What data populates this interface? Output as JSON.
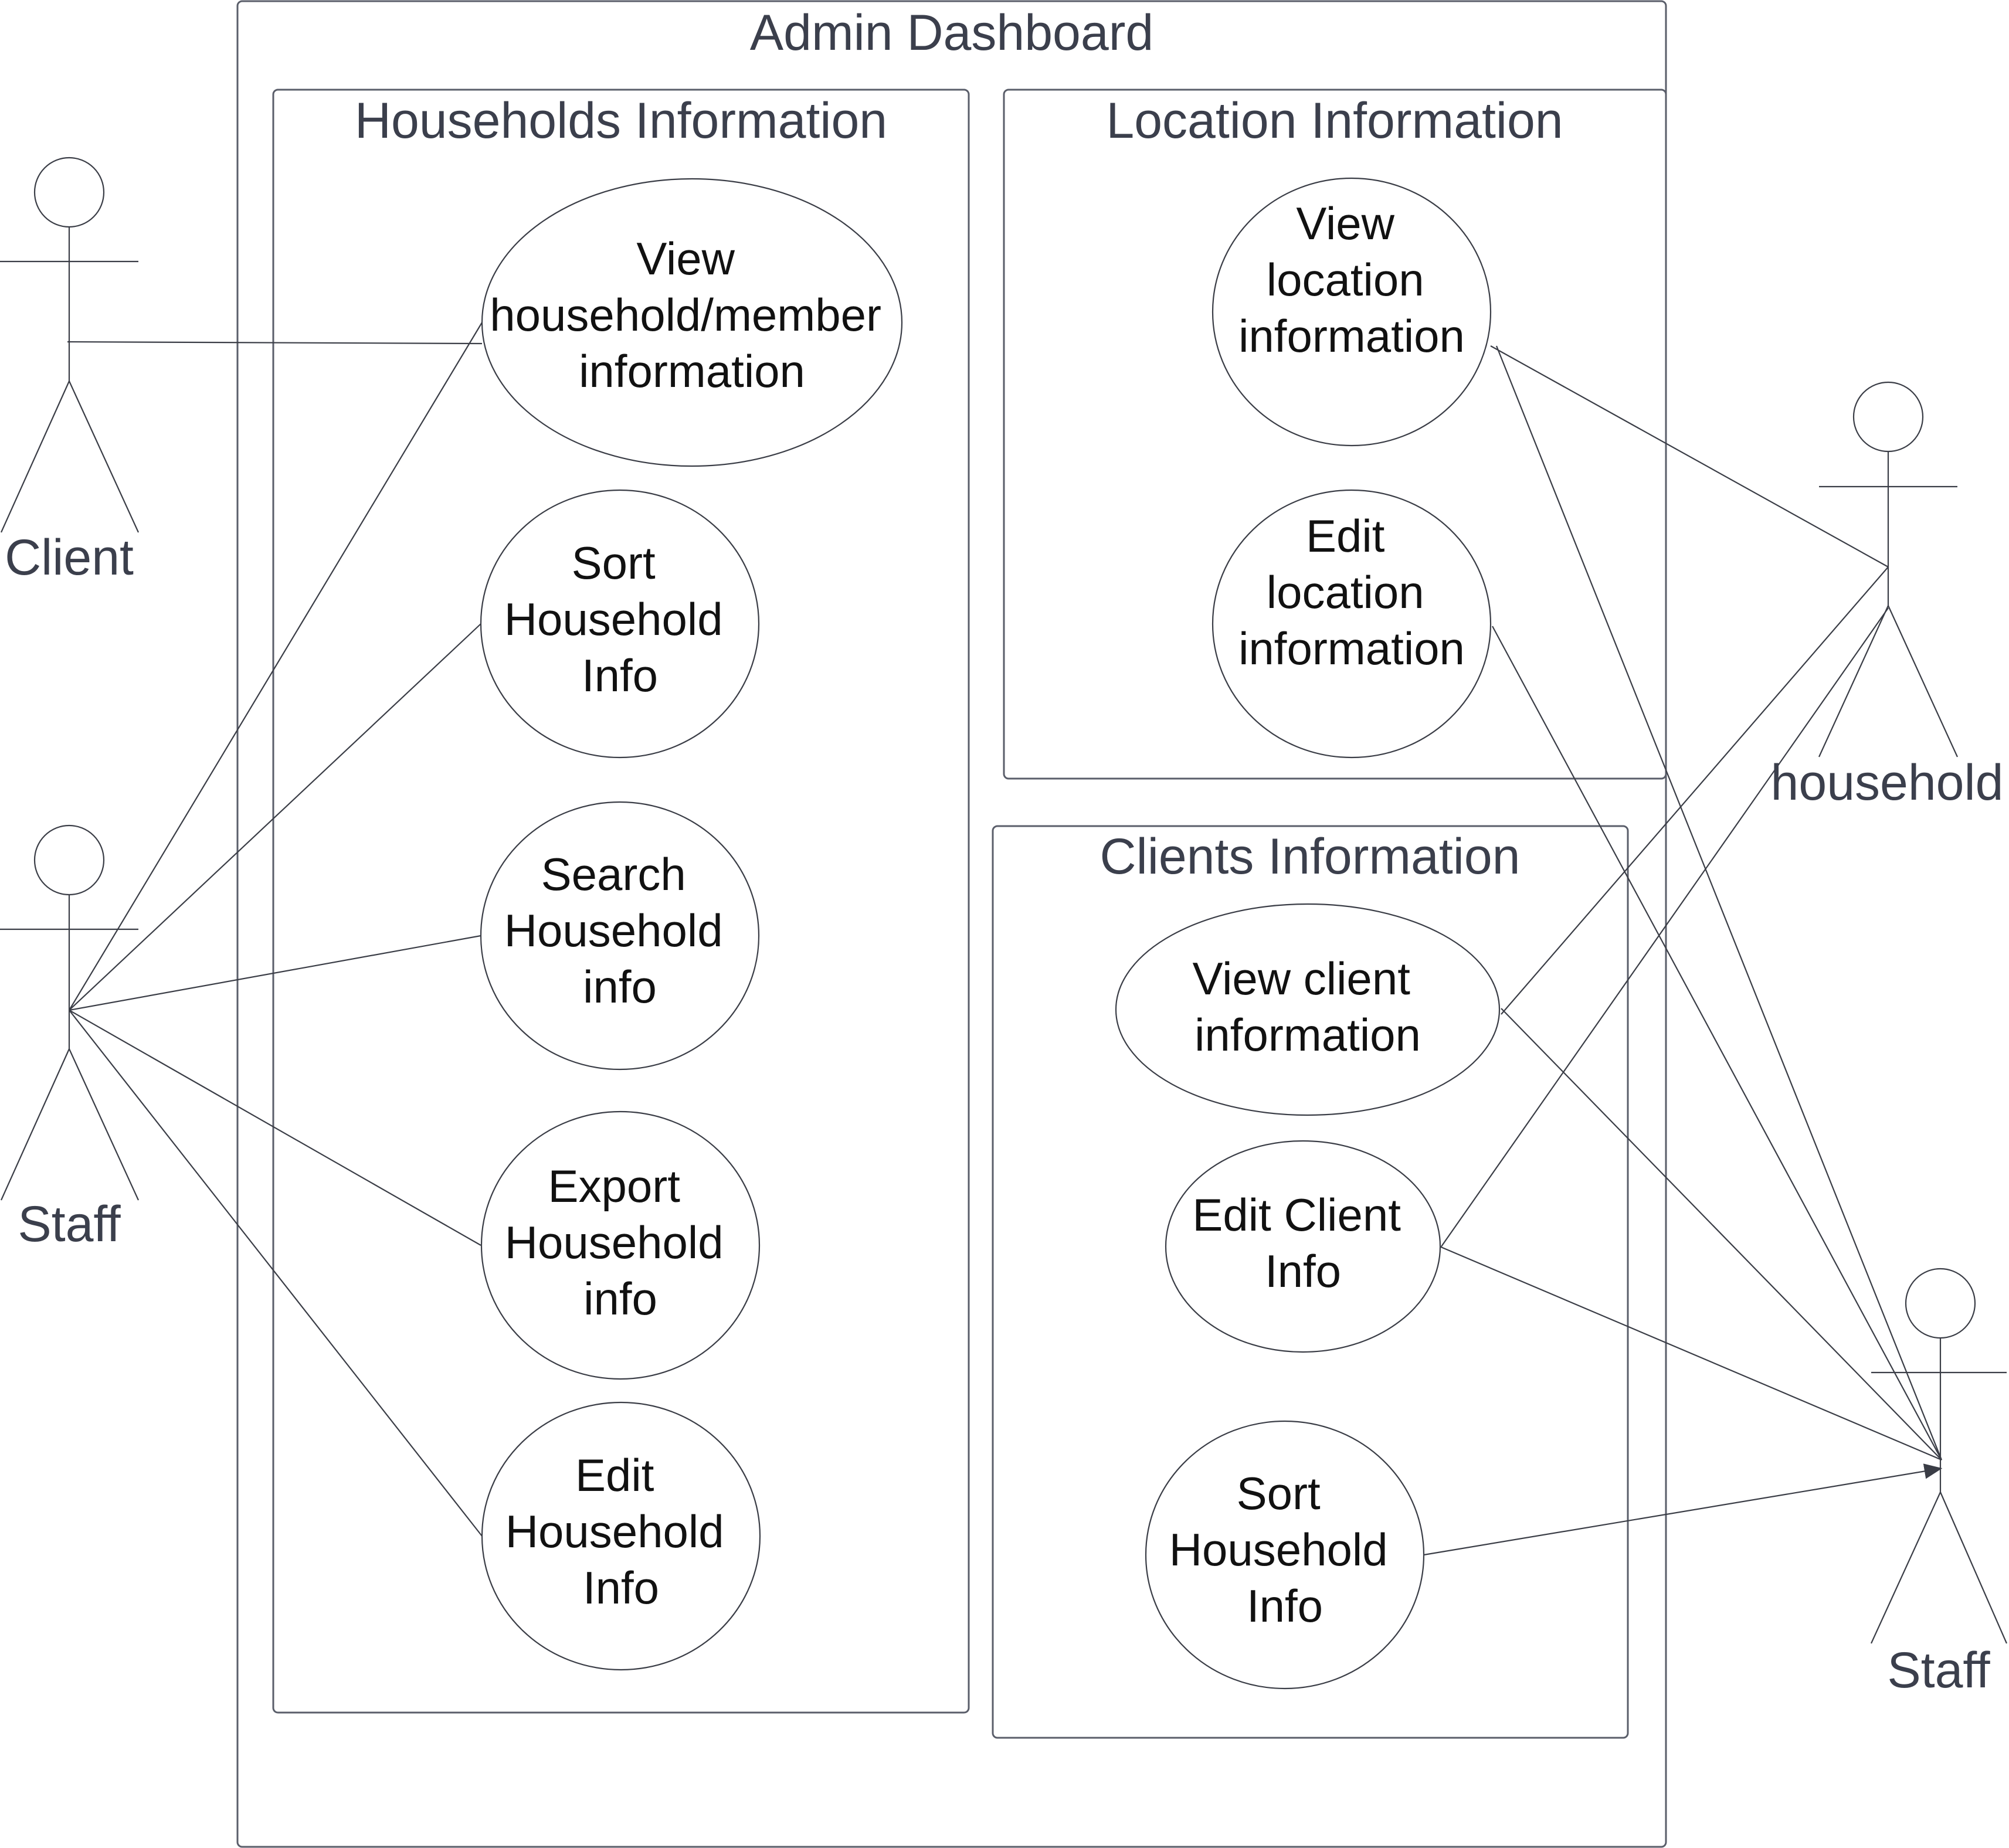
{
  "system": {
    "title": "Admin Dashboard"
  },
  "packages": {
    "households": {
      "title": "Households Information"
    },
    "location": {
      "title": "Location Information"
    },
    "clients": {
      "title": "Clients Information"
    }
  },
  "use_cases": {
    "view_household": [
      "View",
      "household/member",
      "information"
    ],
    "sort_household": [
      "Sort",
      "Household",
      "Info"
    ],
    "search_household": [
      "Search",
      "Household",
      "info"
    ],
    "export_household": [
      "Export",
      "Household",
      "info"
    ],
    "edit_household": [
      "Edit",
      "Household",
      "Info"
    ],
    "view_location": [
      "View",
      "location",
      "information"
    ],
    "edit_location": [
      "Edit",
      "location",
      "information"
    ],
    "view_client": [
      "View client",
      "information"
    ],
    "edit_client": [
      "Edit Client",
      "Info"
    ],
    "sort_household_clients": [
      "Sort",
      "Household",
      "Info"
    ]
  },
  "actors": {
    "client": {
      "label": "Client"
    },
    "staff_left": {
      "label": "Staff"
    },
    "household": {
      "label": "household"
    },
    "staff_right": {
      "label": "Staff"
    }
  }
}
